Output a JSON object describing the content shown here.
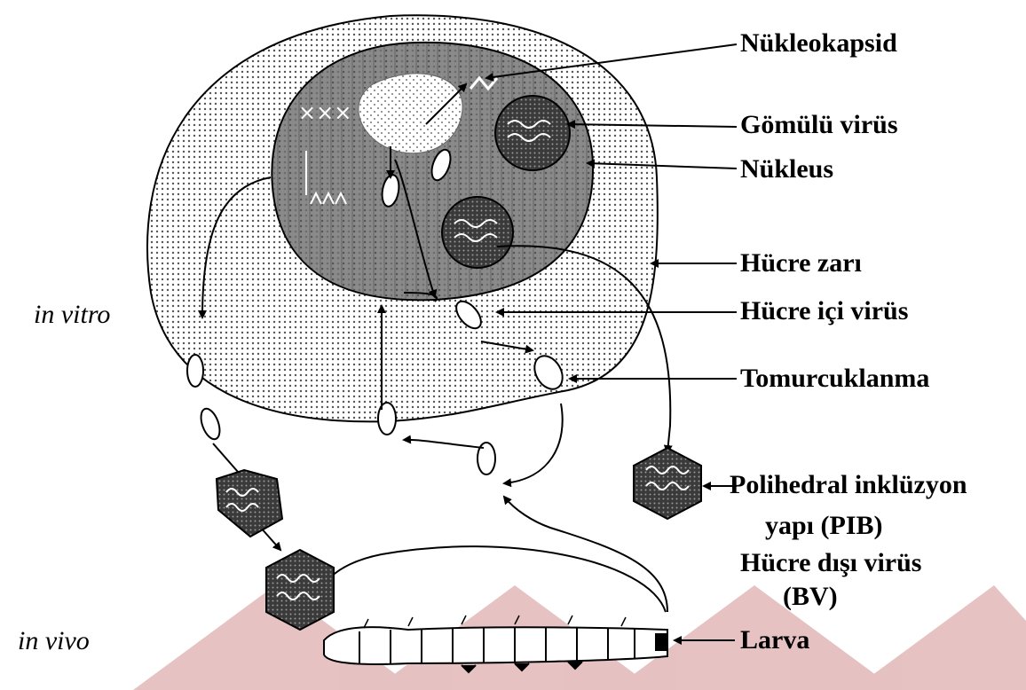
{
  "labels": {
    "nukleokapsid": "Nükleokapsid",
    "gomulu_virus": "Gömülü virüs",
    "nukleus": "Nükleus",
    "hucre_zari": "Hücre zarı",
    "hucre_ici_virus": "Hücre içi virüs",
    "tomurcuklanma": "Tomurcuklanma",
    "polihedral_line1": "Polihedral inklüzyon",
    "polihedral_line2": "yapı (PIB)",
    "hucre_disi_line1": "Hücre dışı virüs",
    "hucre_disi_line2": "(BV)",
    "larva": "Larva"
  },
  "side_labels": {
    "in_vitro": "in vitro",
    "in_vivo": "in vivo"
  },
  "colors": {
    "ink": "#000000",
    "cytoplasm_dot": "#555555",
    "nucleus_fill": "#8a8a8a",
    "watermark": "#e2b7b7"
  }
}
